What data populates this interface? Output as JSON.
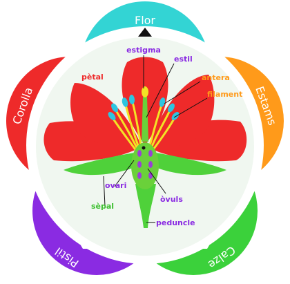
{
  "colors": {
    "flor": "#33d4d4",
    "estams": "#ff9a1a",
    "calze": "#3bd13b",
    "pistil": "#8a2be2",
    "corolla": "#ee2a2a",
    "petal": "#ee2a2a",
    "sepal": "#4fd13a",
    "stem": "#4fd13a",
    "filament": "#f3e325",
    "anther": "#2ec5e0",
    "ovary": "#6ad13a",
    "ovule": "#9b3fd6",
    "center": "#f0f7f0"
  },
  "ring": {
    "flor": "Flor",
    "estams": "Estams",
    "calze": "Calze",
    "pistil": "Pistil",
    "corolla": "Corolla"
  },
  "labels": {
    "estigma": "estigma",
    "estil": "estil",
    "petal": "pètal",
    "antera": "antera",
    "filament": "filament",
    "ovari": "ovari",
    "ovuls": "òvuls",
    "sepal": "sèpal",
    "peduncle": "peduncle"
  },
  "label_colors": {
    "estigma": "#8a2be2",
    "estil": "#8a2be2",
    "petal": "#ee2a2a",
    "antera": "#ff9a1a",
    "filament": "#ff9a1a",
    "ovari": "#8a2be2",
    "ovuls": "#8a2be2",
    "sepal": "#3bbf2e",
    "peduncle": "#8a2be2"
  }
}
